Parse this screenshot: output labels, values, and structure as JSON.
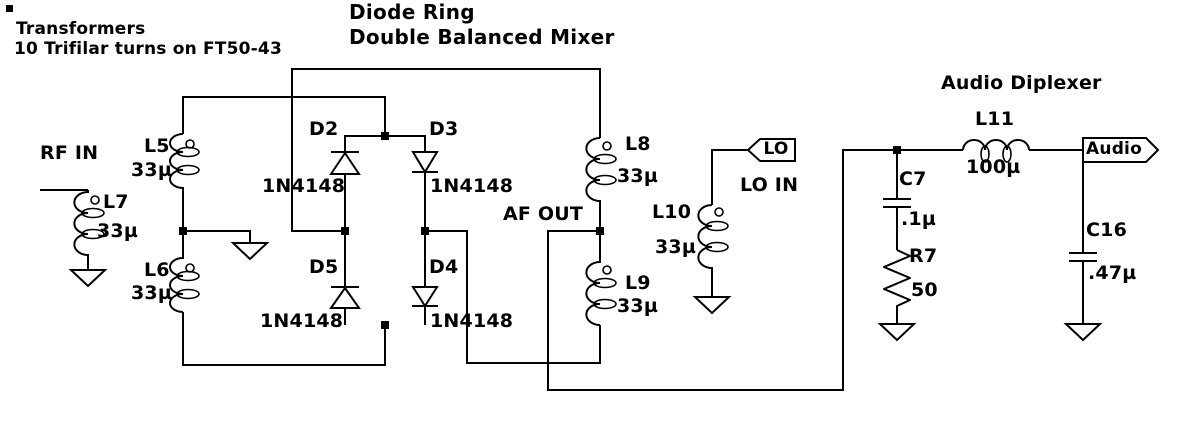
{
  "title": {
    "line1": "Diode Ring",
    "line2": "Double Balanced Mixer"
  },
  "note": {
    "line1": "Transformers",
    "line2": "10 Trifilar turns on FT50-43"
  },
  "sections": {
    "audio_diplexer": "Audio Diplexer"
  },
  "net_labels": {
    "rf_in": "RF IN",
    "af_out": "AF OUT",
    "lo_in": "LO IN"
  },
  "ports": {
    "lo": "LO",
    "audio": "Audio"
  },
  "components": {
    "l5": {
      "ref": "L5",
      "value": "33µ"
    },
    "l6": {
      "ref": "L6",
      "value": "33µ"
    },
    "l7": {
      "ref": "L7",
      "value": "33µ"
    },
    "l8": {
      "ref": "L8",
      "value": "33µ"
    },
    "l9": {
      "ref": "L9",
      "value": "33µ"
    },
    "l10": {
      "ref": "L10",
      "value": "33µ"
    },
    "l11": {
      "ref": "L11",
      "value": "100µ"
    },
    "d2": {
      "ref": "D2",
      "value": "1N4148"
    },
    "d3": {
      "ref": "D3",
      "value": "1N4148"
    },
    "d4": {
      "ref": "D4",
      "value": "1N4148"
    },
    "d5": {
      "ref": "D5",
      "value": "1N4148"
    },
    "c7": {
      "ref": "C7",
      "value": ".1µ"
    },
    "c16": {
      "ref": "C16",
      "value": ".47µ"
    },
    "r7": {
      "ref": "R7",
      "value": "50"
    }
  },
  "colors": {
    "ink": "#000000",
    "background": "#ffffff"
  }
}
